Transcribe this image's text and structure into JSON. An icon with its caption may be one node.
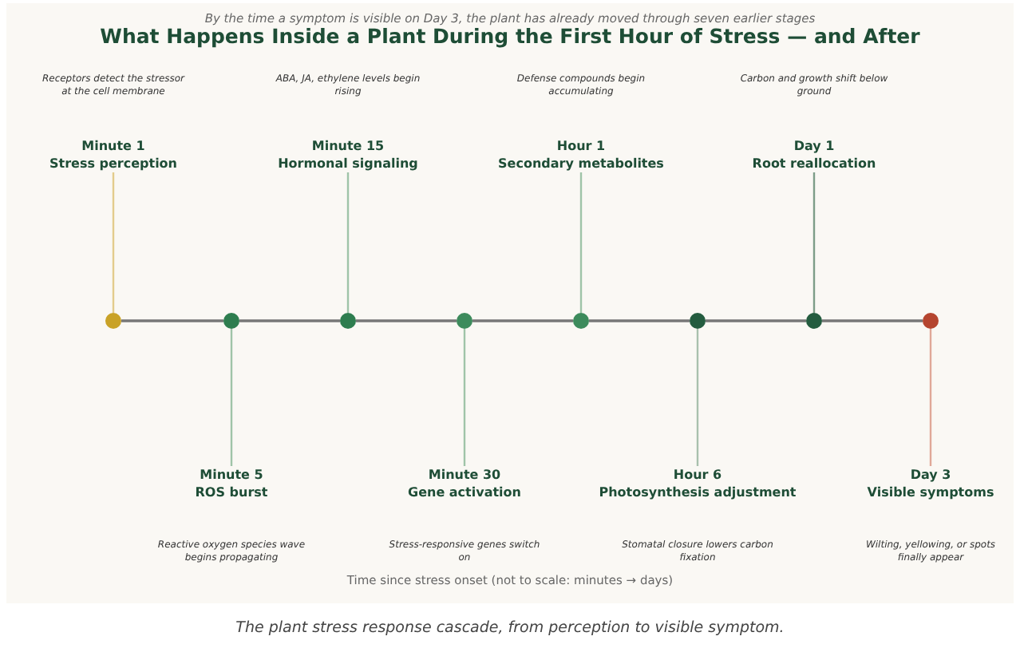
{
  "diagram": {
    "title": "What Happens Inside a Plant During the First Hour of Stress — and After",
    "caption": "The plant stress response cascade, from perception to visible symptom.",
    "nodes": [
      {
        "text": [
          "Receptors detect the stressor at the cell membrane",
          "Minute 1",
          "Stress perception"
        ]
      },
      {
        "text": [
          "Minute 5",
          "ROS burst",
          "Reactive oxygen species wave begins propagating"
        ]
      },
      {
        "text": [
          "ABA, JA, ethylene levels begin rising",
          "Minute 15",
          "Hormonal signaling"
        ]
      },
      {
        "text": [
          "Minute 30",
          "Gene activation",
          "Stress-responsive genes switch on"
        ]
      },
      {
        "text": [
          "Defense compounds begin accumulating",
          "Hour 1",
          "Secondary metabolites"
        ]
      },
      {
        "text": [
          "Hour 6",
          "Photosynthesis adjustment",
          "Stomatal closure lowers carbon fixation"
        ]
      },
      {
        "text": [
          "Carbon and growth shift below ground",
          "Day 1",
          "Root reallocation"
        ]
      },
      {
        "text": [
          "Day 3",
          "Visible symptoms",
          "Wilting, yellowing, or spots finally appear"
        ]
      },
      {
        "text": [],
        "shape": "circle"
      },
      {
        "text": [],
        "shape": "circle"
      },
      {
        "text": [],
        "shape": "circle"
      },
      {
        "text": [],
        "shape": "circle"
      },
      {
        "text": [],
        "shape": "circle"
      },
      {
        "text": [],
        "shape": "circle"
      },
      {
        "text": [],
        "shape": "circle"
      },
      {
        "text": [],
        "shape": "circle"
      }
    ],
    "edges": [
      {
        "from": 8,
        "to": 9,
        "arrow": "none"
      },
      {
        "from": 9,
        "to": 10,
        "arrow": "none"
      },
      {
        "from": 10,
        "to": 11,
        "arrow": "none"
      },
      {
        "from": 11,
        "to": 12,
        "arrow": "none"
      },
      {
        "from": 12,
        "to": 13,
        "arrow": "none"
      },
      {
        "from": 13,
        "to": 14,
        "arrow": "none"
      },
      {
        "from": 14,
        "to": 15,
        "arrow": "none"
      },
      {
        "from": 8,
        "to": 0,
        "arrow": "none",
        "color": "#e3cc8c"
      },
      {
        "from": 9,
        "to": 1,
        "arrow": "none",
        "color": "#9fc4a8"
      },
      {
        "from": 10,
        "to": 2,
        "arrow": "none",
        "color": "#9fc4a8"
      },
      {
        "from": 11,
        "to": 3,
        "arrow": "none",
        "color": "#9fc4a8"
      },
      {
        "from": 12,
        "to": 4,
        "arrow": "none",
        "color": "#9fc4a8"
      },
      {
        "from": 13,
        "to": 5,
        "arrow": "none",
        "color": "#a8c0ad"
      },
      {
        "from": 14,
        "to": 6,
        "arrow": "none",
        "color": "#7d9d88"
      },
      {
        "from": 15,
        "to": 7,
        "arrow": "none",
        "color": "#e0a898"
      }
    ],
    "labels": [
      "By the time a symptom is visible on Day 3, the plant has already moved through seven earlier stages",
      "Time since stress onset (not to scale: minutes → days)"
    ]
  }
}
